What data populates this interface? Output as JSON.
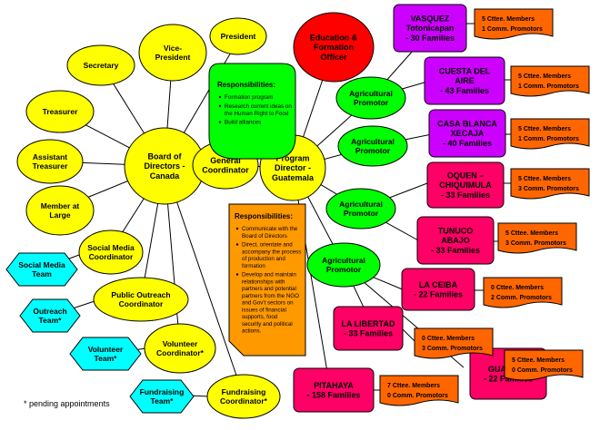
{
  "board": {
    "lines": [
      "Board of",
      "Directors -",
      "Canada"
    ]
  },
  "general_coordinator": {
    "lines": [
      "General",
      "Coordinator"
    ]
  },
  "program_director": {
    "lines": [
      "Program",
      "Director -",
      "Guatemala"
    ]
  },
  "education_officer": {
    "lines": [
      "Education &",
      "Formation",
      "Officer"
    ]
  },
  "board_roles": [
    {
      "id": "president",
      "lines": [
        "President"
      ]
    },
    {
      "id": "vice-president",
      "lines": [
        "Vice-",
        "President"
      ]
    },
    {
      "id": "secretary",
      "lines": [
        "Secretary"
      ]
    },
    {
      "id": "treasurer",
      "lines": [
        "Treasurer"
      ]
    },
    {
      "id": "assistant-treasurer",
      "lines": [
        "Assistant",
        "Treasurer"
      ]
    },
    {
      "id": "member-at-large",
      "lines": [
        "Member at",
        "Large"
      ]
    },
    {
      "id": "social-media-coordinator",
      "lines": [
        "Social Media",
        "Coordinator"
      ]
    },
    {
      "id": "public-outreach-coordinator",
      "lines": [
        "Public Outreach",
        "Coordinator"
      ]
    },
    {
      "id": "volunteer-coordinator",
      "lines": [
        "Volunteer",
        "Coordinator*"
      ]
    },
    {
      "id": "fundraising-coordinator",
      "lines": [
        "Fundraising",
        "Coordinator*"
      ]
    }
  ],
  "teams": [
    {
      "id": "social-media-team",
      "lines": [
        "Social Media",
        "Team"
      ]
    },
    {
      "id": "outreach-team",
      "lines": [
        "Outreach",
        "Team*"
      ]
    },
    {
      "id": "volunteer-team",
      "lines": [
        "Volunteer",
        "Team*"
      ]
    },
    {
      "id": "fundraising-team",
      "lines": [
        "Fundraising",
        "Team*"
      ]
    }
  ],
  "education_responsibilities": {
    "title": "Responsibilities:",
    "items": [
      "Formation program",
      "Research current ideas on the Human Right to Food",
      "Build alliances"
    ]
  },
  "director_responsibilities": {
    "title": "Responsibilities:",
    "items": [
      "Communicate with the Board of Directors",
      "Direct, orientate and accompany the process of production and formation",
      "Develop and maintain relationships with partners and potential partners from the NGO and Gov't sectors on issues of financial supports, food security and political actions."
    ]
  },
  "promotors": [
    {
      "id": "agricultural-promotor-1",
      "lines": [
        "Agricultural",
        "Promotor"
      ]
    },
    {
      "id": "agricultural-promotor-2",
      "lines": [
        "Agricultural",
        "Promotor"
      ]
    },
    {
      "id": "agricultural-promotor-3",
      "lines": [
        "Agricultural",
        "Promotor"
      ]
    },
    {
      "id": "agricultural-promotor-4",
      "lines": [
        "Agricultural",
        "Promotor"
      ]
    }
  ],
  "communities": [
    {
      "id": "vasquez",
      "lines": [
        "VASQUEZ",
        "Totonicapan",
        "- 30 Families"
      ],
      "color": "#cc00ff",
      "members": [
        "5 Cttee. Members",
        "1 Comm. Promotors"
      ]
    },
    {
      "id": "cuesta-del-aire",
      "lines": [
        "CUESTA DEL",
        "AIRE",
        "- 43 Families"
      ],
      "color": "#cc00ff",
      "members": [
        "5 Cttee. Members",
        "1 Comm. Promotors"
      ]
    },
    {
      "id": "casa-blanca-xecaja",
      "lines": [
        "CASA BLANCA",
        "XECAJA",
        "- 40 Families"
      ],
      "color": "#cc00ff",
      "members": [
        "5 Cttee. Members",
        "1 Comm. Promotors"
      ]
    },
    {
      "id": "oquen-chiquimula",
      "lines": [
        "OQUEN –",
        "CHIQUIMULA",
        "- 33 Families"
      ],
      "color": "#ff0066",
      "members": [
        "5 Cttee. Members",
        "3 Comm. Promotors"
      ]
    },
    {
      "id": "tunuco-abajo",
      "lines": [
        "TUNUCO",
        "ABAJO",
        "- 33 Families"
      ],
      "color": "#ff0066",
      "members": [
        "5 Cttee. Members",
        "3 Comm. Promotors"
      ]
    },
    {
      "id": "la-ceiba",
      "lines": [
        "LA CEIBA",
        "- 22 Families"
      ],
      "color": "#ff0066",
      "members": [
        "0 Cttee. Members",
        "2 Comm. Promotors"
      ]
    },
    {
      "id": "la-libertad",
      "lines": [
        "LA LIBERTAD",
        "- 33 Families"
      ],
      "color": "#ff0066",
      "members": [
        "0 Cttee. Members",
        "3 Comm. Promotors"
      ]
    },
    {
      "id": "guayabo",
      "lines": [
        "GUAYABO",
        "- 22 Families"
      ],
      "color": "#ff0066",
      "members": [
        "5 Cttee. Members",
        "0 Comm. Promotors"
      ]
    },
    {
      "id": "pitahaya",
      "lines": [
        "PITAHAYA",
        "- 158 Families"
      ],
      "color": "#ff0066",
      "members": [
        "7 Cttee. Members",
        "0 Comm. Promotors"
      ]
    }
  ],
  "footnote": "* pending appointments",
  "colors": {
    "yellow": "#ffff00",
    "cyan": "#00ffff",
    "green": "#00ff00",
    "red": "#ff0000",
    "orange": "#ff6600",
    "magenta": "#cc00ff",
    "pink": "#ff0066",
    "box_orange": "#ff9900"
  }
}
